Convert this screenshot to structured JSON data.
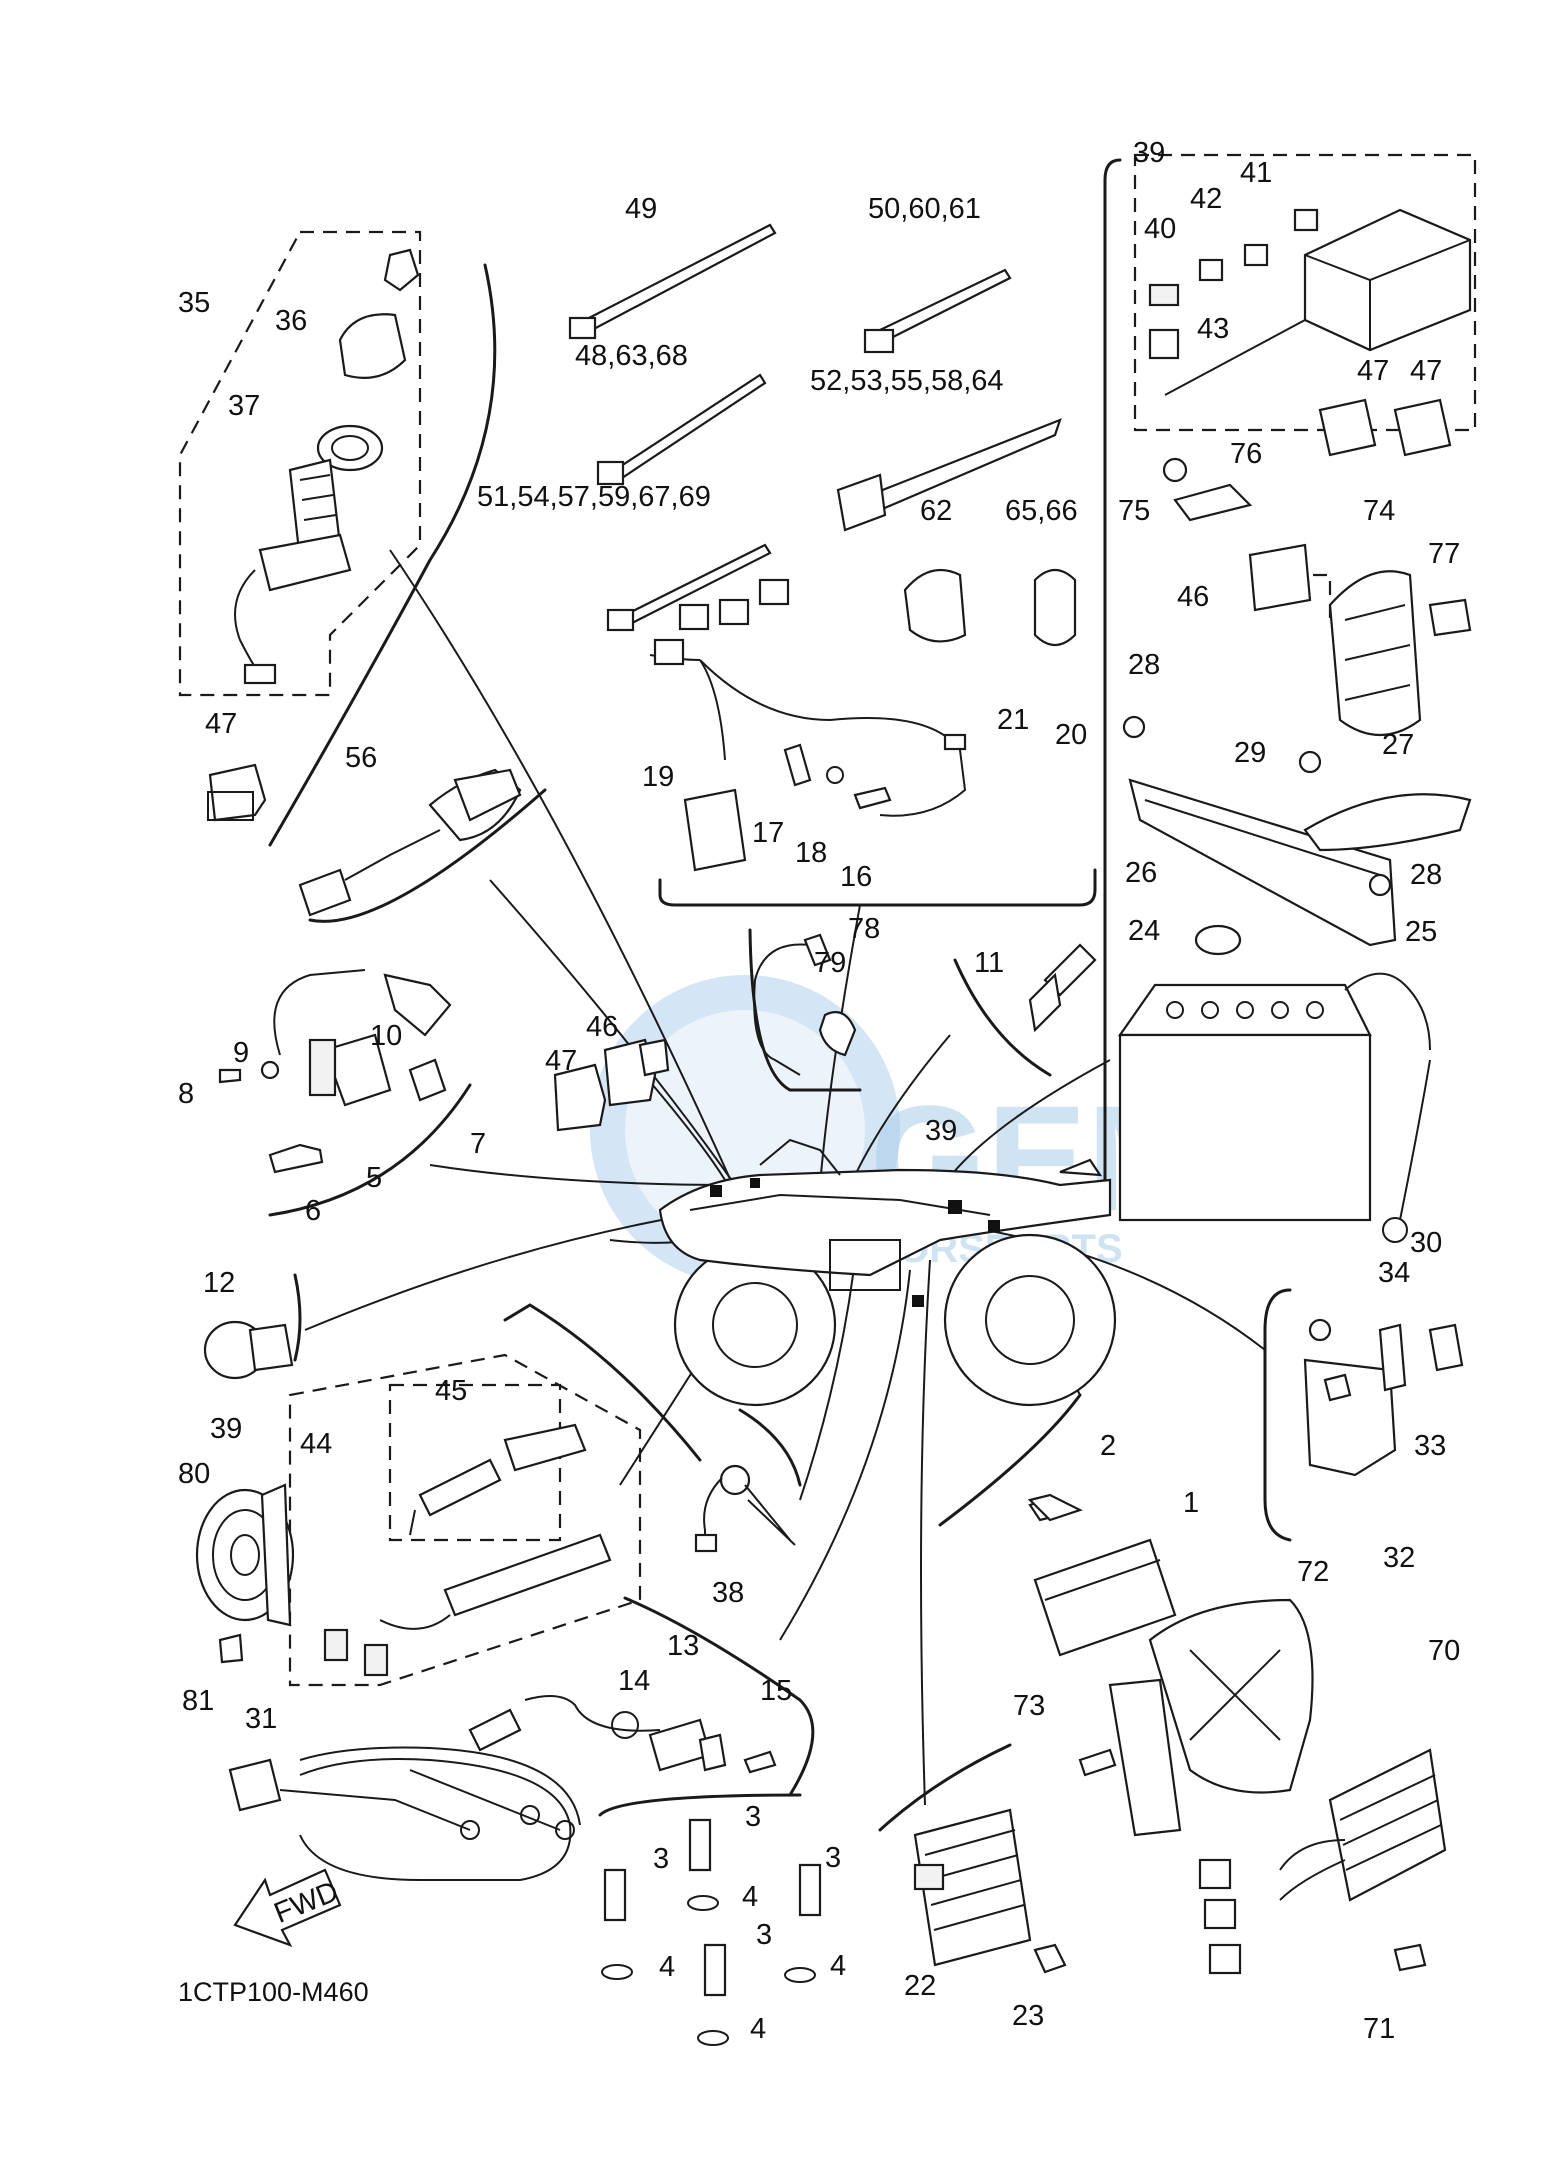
{
  "diagram_code": "1CTP100-M460",
  "fwd_label": "FWD",
  "watermark": {
    "brand": "GEM",
    "subtitle": "MOTORSPORTS",
    "color": "#9fc6e8"
  },
  "callouts": [
    {
      "id": "c1",
      "text": "1"
    },
    {
      "id": "c2",
      "text": "2"
    },
    {
      "id": "c3a",
      "text": "3"
    },
    {
      "id": "c3b",
      "text": "3"
    },
    {
      "id": "c3c",
      "text": "3"
    },
    {
      "id": "c3d",
      "text": "3"
    },
    {
      "id": "c4a",
      "text": "4"
    },
    {
      "id": "c4b",
      "text": "4"
    },
    {
      "id": "c4c",
      "text": "4"
    },
    {
      "id": "c4d",
      "text": "4"
    },
    {
      "id": "c5",
      "text": "5"
    },
    {
      "id": "c6",
      "text": "6"
    },
    {
      "id": "c7",
      "text": "7"
    },
    {
      "id": "c8",
      "text": "8"
    },
    {
      "id": "c9",
      "text": "9"
    },
    {
      "id": "c10",
      "text": "10"
    },
    {
      "id": "c11",
      "text": "11"
    },
    {
      "id": "c12",
      "text": "12"
    },
    {
      "id": "c13",
      "text": "13"
    },
    {
      "id": "c14",
      "text": "14"
    },
    {
      "id": "c15",
      "text": "15"
    },
    {
      "id": "c16",
      "text": "16"
    },
    {
      "id": "c17",
      "text": "17"
    },
    {
      "id": "c18",
      "text": "18"
    },
    {
      "id": "c19",
      "text": "19"
    },
    {
      "id": "c20",
      "text": "20"
    },
    {
      "id": "c21",
      "text": "21"
    },
    {
      "id": "c22",
      "text": "22"
    },
    {
      "id": "c23",
      "text": "23"
    },
    {
      "id": "c24",
      "text": "24"
    },
    {
      "id": "c25",
      "text": "25"
    },
    {
      "id": "c26",
      "text": "26"
    },
    {
      "id": "c27",
      "text": "27"
    },
    {
      "id": "c28a",
      "text": "28"
    },
    {
      "id": "c28b",
      "text": "28"
    },
    {
      "id": "c29",
      "text": "29"
    },
    {
      "id": "c30",
      "text": "30"
    },
    {
      "id": "c31",
      "text": "31"
    },
    {
      "id": "c32",
      "text": "32"
    },
    {
      "id": "c33",
      "text": "33"
    },
    {
      "id": "c34",
      "text": "34"
    },
    {
      "id": "c35",
      "text": "35"
    },
    {
      "id": "c36",
      "text": "36"
    },
    {
      "id": "c37",
      "text": "37"
    },
    {
      "id": "c38",
      "text": "38"
    },
    {
      "id": "c39a",
      "text": "39"
    },
    {
      "id": "c39b",
      "text": "39"
    },
    {
      "id": "c39c",
      "text": "39"
    },
    {
      "id": "c40",
      "text": "40"
    },
    {
      "id": "c41",
      "text": "41"
    },
    {
      "id": "c42",
      "text": "42"
    },
    {
      "id": "c43",
      "text": "43"
    },
    {
      "id": "c44",
      "text": "44"
    },
    {
      "id": "c45",
      "text": "45"
    },
    {
      "id": "c46a",
      "text": "46"
    },
    {
      "id": "c46b",
      "text": "46"
    },
    {
      "id": "c47a",
      "text": "47"
    },
    {
      "id": "c47b",
      "text": "47"
    },
    {
      "id": "c47c",
      "text": "47"
    },
    {
      "id": "c47d",
      "text": "47"
    },
    {
      "id": "c49",
      "text": "49"
    },
    {
      "id": "c48g",
      "text": "48,63,68"
    },
    {
      "id": "c50g",
      "text": "50,60,61"
    },
    {
      "id": "c51g",
      "text": "51,54,57,59,67,69"
    },
    {
      "id": "c52g",
      "text": "52,53,55,58,64"
    },
    {
      "id": "c56",
      "text": "56"
    },
    {
      "id": "c62",
      "text": "62"
    },
    {
      "id": "c65g",
      "text": "65,66"
    },
    {
      "id": "c70",
      "text": "70"
    },
    {
      "id": "c71",
      "text": "71"
    },
    {
      "id": "c72",
      "text": "72"
    },
    {
      "id": "c73",
      "text": "73"
    },
    {
      "id": "c74",
      "text": "74"
    },
    {
      "id": "c75",
      "text": "75"
    },
    {
      "id": "c76",
      "text": "76"
    },
    {
      "id": "c77",
      "text": "77"
    },
    {
      "id": "c78",
      "text": "78"
    },
    {
      "id": "c79",
      "text": "79"
    },
    {
      "id": "c80",
      "text": "80"
    },
    {
      "id": "c81",
      "text": "81"
    }
  ]
}
